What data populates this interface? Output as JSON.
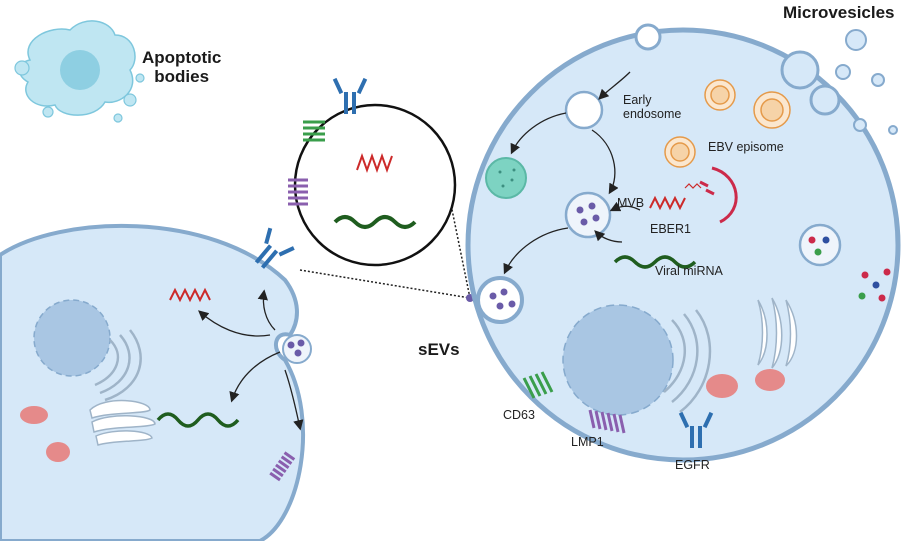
{
  "labels": {
    "apoptotic": "Apoptotic\nbodies",
    "microvesicles": "Microvesicles",
    "sevs": "sEVs",
    "early_endosome": "Early\nendosome",
    "ebv_episome": "EBV episome",
    "mvb": "MVB",
    "eber1": "EBER1",
    "viral_mirna": "Viral miRNA",
    "cd63": "CD63",
    "lmp1": "LMP1",
    "egfr": "EGFR"
  },
  "colors": {
    "cell_fill": "#d6e8f8",
    "cell_edge": "#86aacd",
    "nucleus": "#a9c6e3",
    "ebv": "#e59a4a",
    "rna_red": "#cc2a2a",
    "rna_green": "#1f5d1f",
    "cd63": "#3a9e4b",
    "lmp1": "#8a5fae",
    "egfr": "#2e6fb0",
    "mito": "#e58a8a",
    "lysosome": "#7dd3c2"
  }
}
